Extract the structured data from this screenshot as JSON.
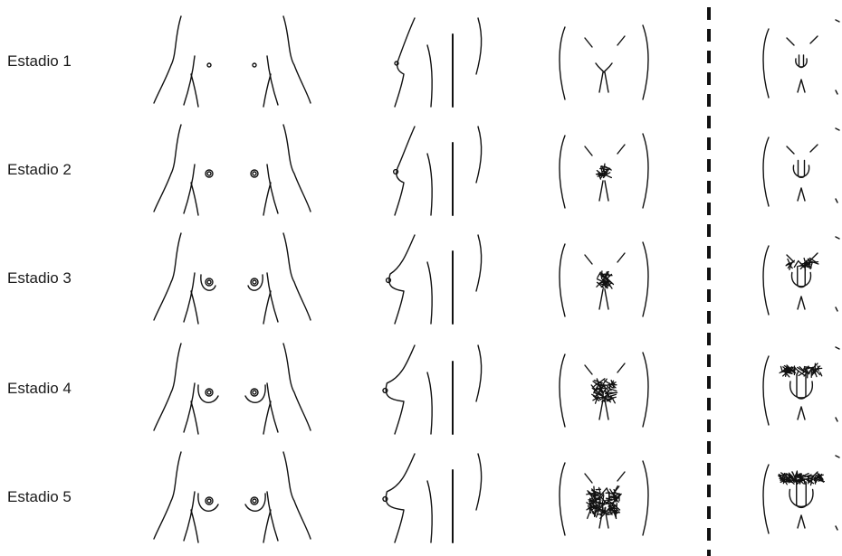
{
  "stages": [
    {
      "label": "Estadio 1",
      "breast": 1,
      "pubic_female": 1,
      "male": 1
    },
    {
      "label": "Estadio 2",
      "breast": 2,
      "pubic_female": 2,
      "male": 2
    },
    {
      "label": "Estadio 3",
      "breast": 3,
      "pubic_female": 3,
      "male": 3
    },
    {
      "label": "Estadio 4",
      "breast": 4,
      "pubic_female": 4,
      "male": 4
    },
    {
      "label": "Estadio 5",
      "breast": 5,
      "pubic_female": 5,
      "male": 5
    }
  ],
  "colors": {
    "ink": "#111111",
    "background": "#ffffff"
  },
  "icons": {
    "breast_front": "breast-front-view-icon",
    "breast_side": "breast-side-view-icon",
    "pubic_female": "female-pubic-hair-icon",
    "male_genital": "male-genital-pubic-icon",
    "separator": "dashed-separator-icon"
  }
}
